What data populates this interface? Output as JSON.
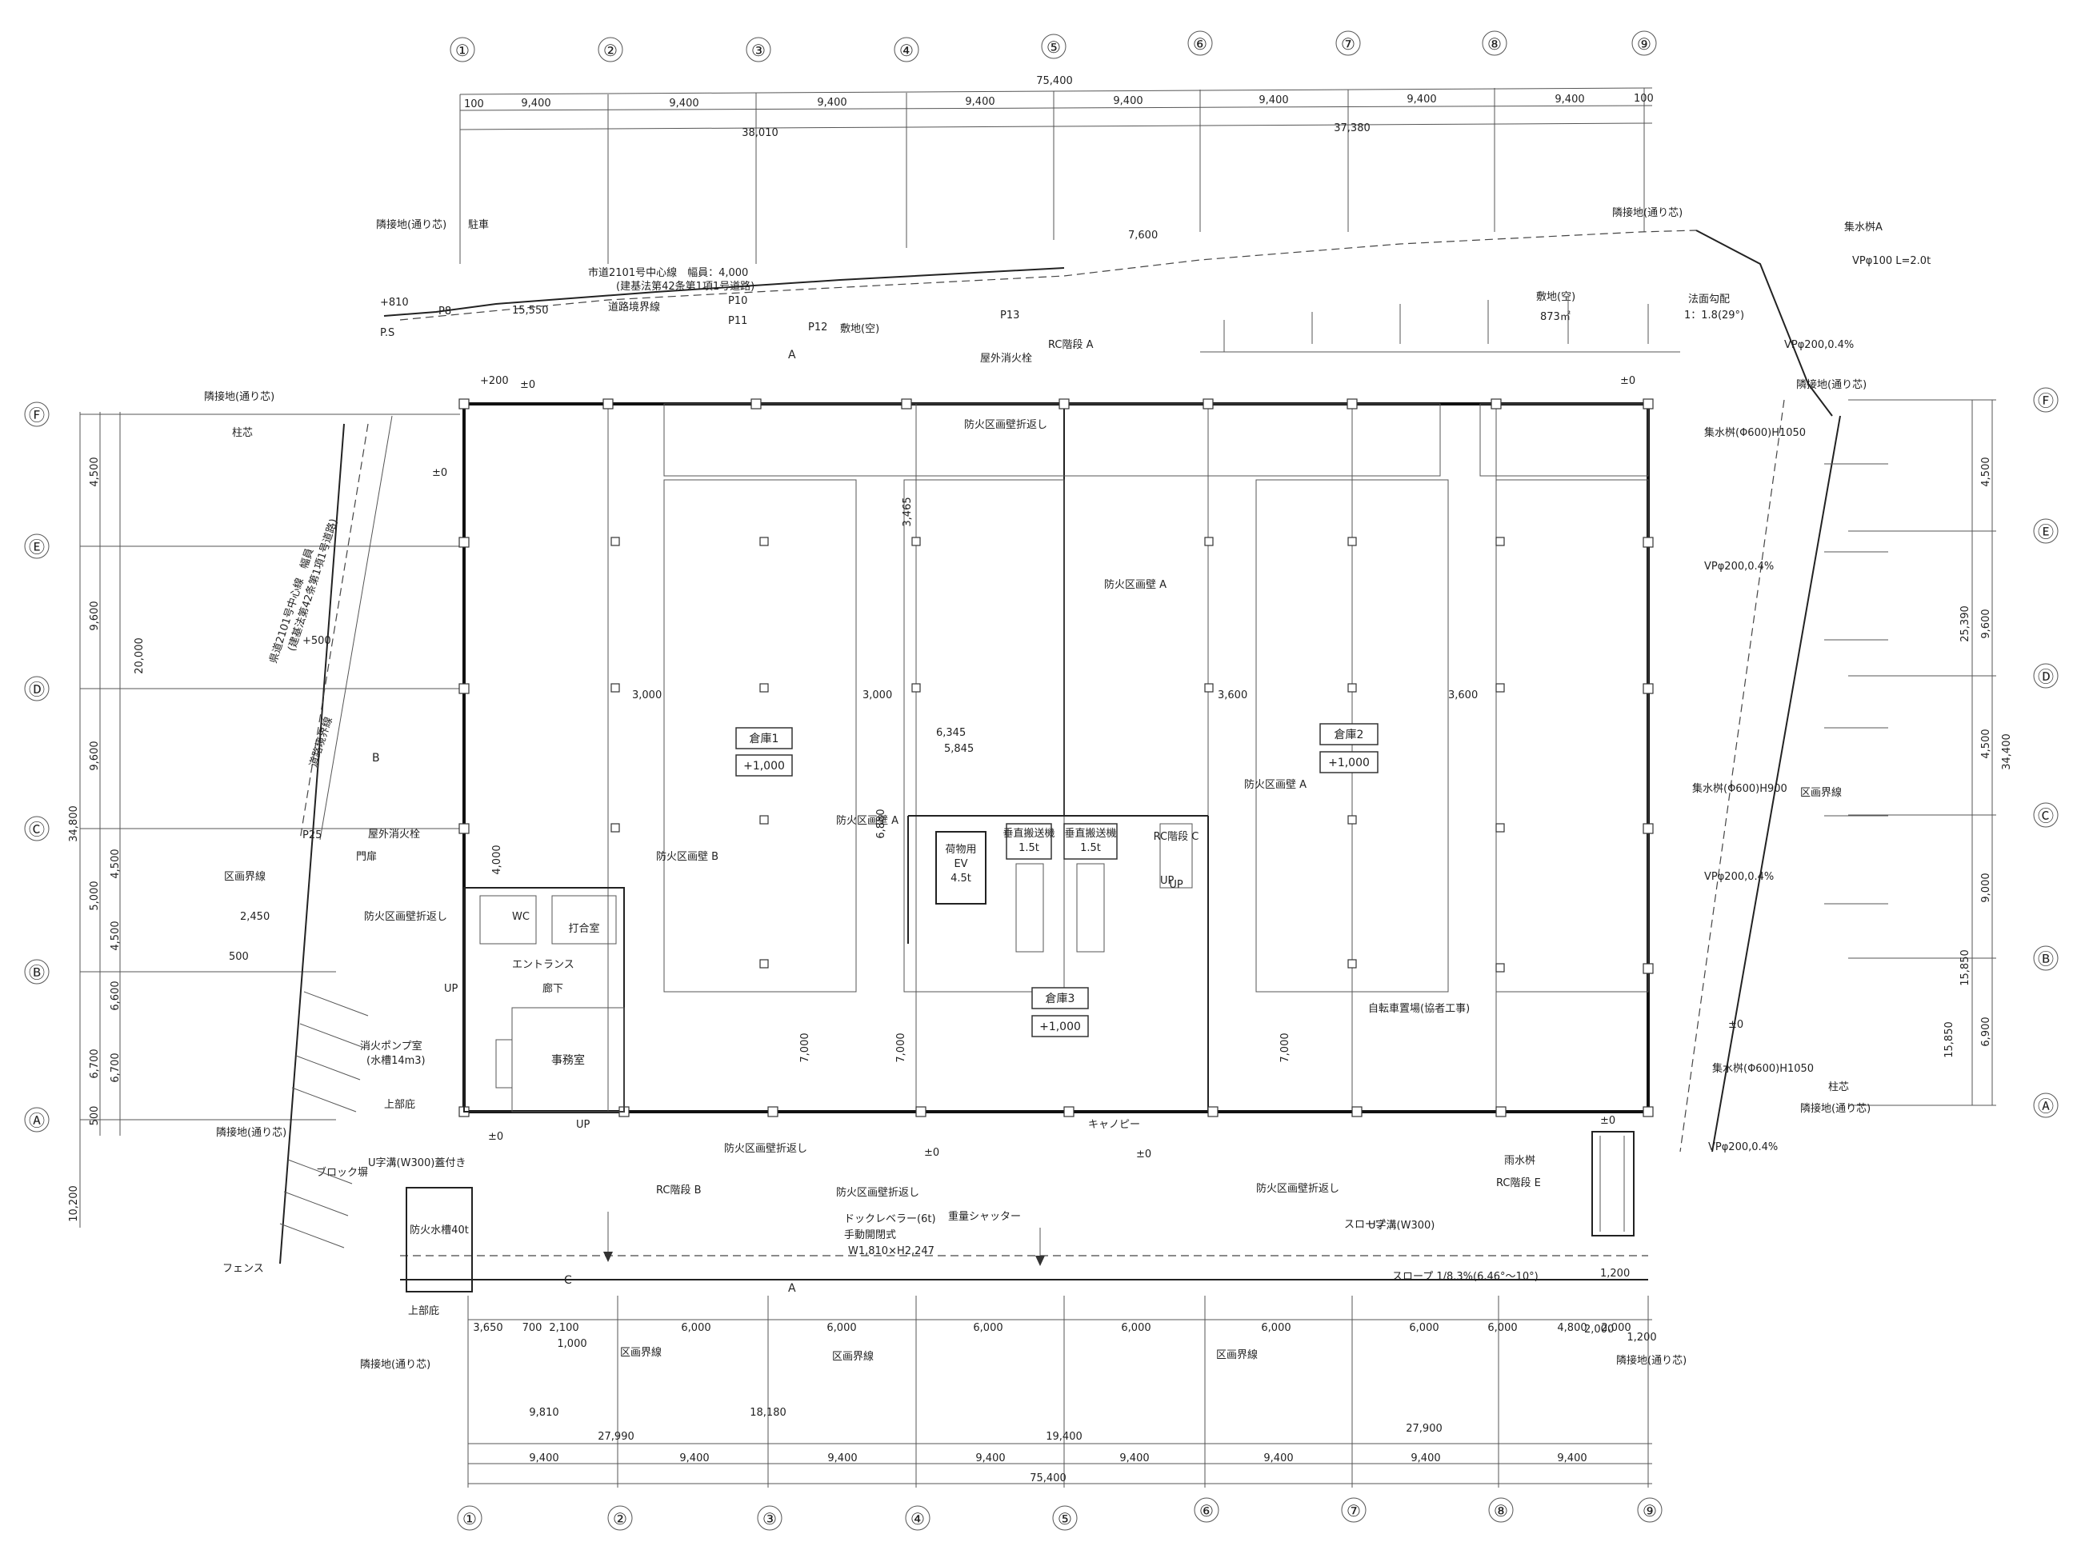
{
  "grid_columns": [
    "①",
    "②",
    "③",
    "④",
    "⑤",
    "⑥",
    "⑦",
    "⑧",
    "⑨"
  ],
  "grid_rows": [
    "Ⓕ",
    "Ⓔ",
    "Ⓓ",
    "Ⓒ",
    "Ⓑ",
    "Ⓐ"
  ],
  "top_dims": {
    "overall": "75,400",
    "spans": [
      "9,400",
      "9,400",
      "9,400",
      "9,400",
      "9,400",
      "9,400",
      "9,400",
      "9,400"
    ],
    "edge_left": "100",
    "edge_right": "100",
    "sub_left": "38,010",
    "sub_right": "37,380"
  },
  "bottom_dims": {
    "overall": "75,400",
    "spans": [
      "9,400",
      "9,400",
      "9,400",
      "9,400",
      "9,400",
      "9,400",
      "9,400",
      "9,400"
    ],
    "half_left": "27,990",
    "half_right": "27,900",
    "seg_a": "9,810",
    "seg_b": "18,180",
    "seg_c": "19,400",
    "parking": [
      "3,650",
      "700",
      "2,100",
      "6,000",
      "6,000",
      "6,000",
      "6,000",
      "6,000",
      "6,000",
      "6,000",
      "4,800",
      "2,000",
      "1,200"
    ],
    "small_1000": "1,000"
  },
  "left_dims": {
    "overall": "34,800",
    "upper": "20,000",
    "a": "4,500",
    "b": "9,600",
    "c": "4,500",
    "d": "5,000",
    "e": "4,500",
    "f": "6,700",
    "g": "6,600",
    "h": "2,450",
    "i": "500",
    "j": "10,200"
  },
  "right_dims": {
    "overall": "34,400",
    "upper": "25,390",
    "a": "4,500",
    "b": "9,600",
    "c": "4,500",
    "d": "9,000",
    "e": "15,850",
    "f": "6,900"
  },
  "labels": {
    "road_top": "市道2101号中心線　幅員：4,000",
    "road_top_sub": "(建基法第42条第1項1号道路)",
    "road_boundary": "道路境界線",
    "road_left": "県道2101号中心線　幅員",
    "road_left_sub": "(建基法第42条第1項1号道路)",
    "road_left_boundary": "道路境界線",
    "neighbor_top_left": "隣接地(通り芯)",
    "neighbor_top_left_b": "駐車",
    "neighbor_top_right": "隣接地(通り芯)",
    "neighbor_right": "隣接地(通り芯)",
    "neighbor_right_mark": "柱芯",
    "neighbor_left": "隣接地(通り芯)",
    "neighbor_left_b": "柱芯",
    "neighbor_bottom_left": "隣接地(通り芯)",
    "neighbor_bottom_right": "隣接地(通り芯)",
    "site_empty": "敷地(空)",
    "site_empty_2": "敷地(空)",
    "site_area": "873㎡",
    "slope": "法面勾配",
    "slope_val": "1：1.8(29°)",
    "warehouse1": "倉庫1",
    "warehouse1_lv": "+1,000",
    "warehouse2": "倉庫2",
    "warehouse2_lv": "+1,000",
    "warehouse3": "倉庫3",
    "warehouse3_lv": "+1,000",
    "fire_wall_a1": "防火区画壁 A",
    "fire_wall_a2": "防火区画壁 A",
    "fire_wall_a3": "防火区画壁 A",
    "fire_wall_b": "防火区画壁 B",
    "fire_wall_c": "防火区画壁折返し",
    "fire_wall_d": "防火区画壁折返し",
    "fire_wall_e": "防火区画壁折返し",
    "fire_wall_f": "防火区画壁折返し",
    "fire_wall_g": "防火区画壁折返し",
    "stairs_a": "RC階段 A",
    "stairs_b": "RC階段 B",
    "stairs_c": "RC階段 C",
    "stairs_e": "RC階段 E",
    "lift1": "垂直搬送機",
    "lift1_val": "1.5t",
    "lift2": "垂直搬送機",
    "lift2_val": "1.5t",
    "elevator": "荷物用",
    "elevator_b": "EV",
    "elevator_val": "4.5t",
    "office": "事務室",
    "meeting": "打合室",
    "hall": "廊下",
    "wc": "WC",
    "fire_tank": "防火水槽40t",
    "pump_room": "消火ポンプ室",
    "pump_tank": "(水槽14m3)",
    "hydrant": "屋外消火栓",
    "hydrant2": "屋外消火栓",
    "auto_door": "ドックレベラー(6t)",
    "manual_door": "手動開閉式",
    "door_size": "W1,810×H2,247",
    "shutter": "重量シャッター",
    "canopy": "キャノピー",
    "slope_road": "スロープ 1/8.3%(6.46°～10°)",
    "gutter": "U字溝(W300)",
    "gutter_b": "U字溝(W300)蓋付き",
    "drain": "雨水桝",
    "drain2": "自転車置場(協者工事)",
    "vp1": "VPφ200,0.4%",
    "vp2": "VPφ200,0.4%",
    "vp3": "VPφ200,0.4%",
    "vp4": "VPφ200,0.4%",
    "vp5": "VPφ100 L=2.0t",
    "catch1": "集水桝(Φ600)H1050",
    "catch2": "集水桝(Φ600)H900",
    "catch3": "集水桝(Φ600)H1050",
    "catch4": "集水桝A",
    "ramp": "スロープ",
    "ground": "±0",
    "plus200": "+200",
    "plus500": "+500",
    "plus810": "+810",
    "ps": "P.S",
    "p10": "P10",
    "p11": "P11",
    "p12": "P12",
    "p13": "P13",
    "p25": "P25",
    "p8": "P8",
    "entrance": "エントランス",
    "fence": "フェンス",
    "gate": "門扉",
    "block": "ブロック塀",
    "up": "UP",
    "boundary_b": "区画界線",
    "boundary_c": "区画界線",
    "boundary_d": "区画界線",
    "boundary_e": "区画界線",
    "top_hp": "上部庇",
    "top_hp2": "上部庇",
    "north": "B",
    "sect_a": "A",
    "sect_c": "C",
    "dim_3000": "3,000",
    "dim_3600": "3,600",
    "dim_3600b": "3,600",
    "dim_3000b": "3,000",
    "dim_7600": "7,600",
    "dim_15550": "15,550",
    "dim_15850": "15,850",
    "dim_6345": "6,345",
    "dim_5845": "5,845",
    "dim_4000": "4,000",
    "dim_3465": "3,465",
    "dim_7000": "7,000",
    "dim_7000b": "7,000",
    "dim_7000c": "7,000",
    "dim_1200": "1,200",
    "dim_2000": "2,000",
    "dim_6880": "6,880"
  }
}
